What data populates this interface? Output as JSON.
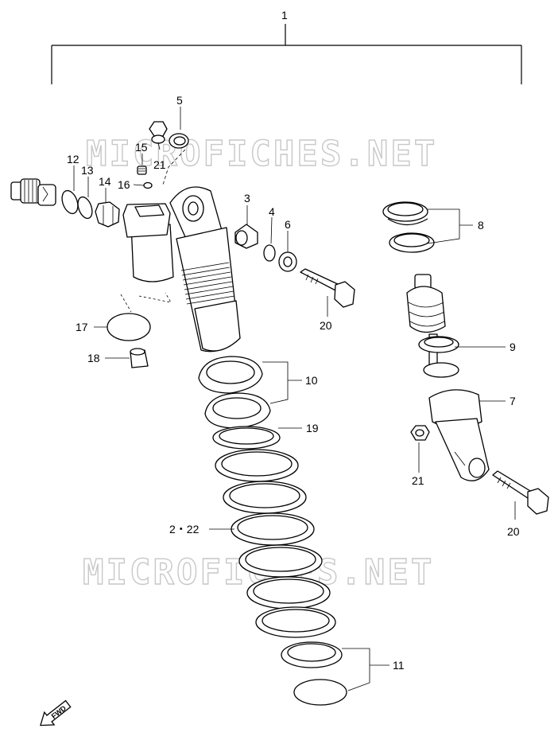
{
  "watermark_text": "MICROFICHES.NET",
  "fwd_label": "FWD",
  "callouts": {
    "c1": "1",
    "c2_22": "2・22",
    "c3": "3",
    "c4": "4",
    "c5": "5",
    "c6": "6",
    "c7": "7",
    "c8": "8",
    "c9": "9",
    "c10": "10",
    "c11": "11",
    "c12": "12",
    "c13": "13",
    "c14": "14",
    "c15": "15",
    "c16": "16",
    "c17": "17",
    "c18": "18",
    "c19": "19",
    "c20a": "20",
    "c20b": "20",
    "c21a": "21",
    "c21b": "21"
  }
}
